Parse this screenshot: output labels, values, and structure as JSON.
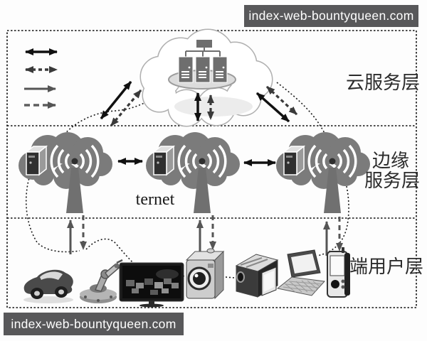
{
  "watermarks": {
    "top": "index-web-bountyqueen.com",
    "bottom": "index-web-bountyqueen.com"
  },
  "legend": {
    "items": [
      {
        "icon": "solid-double-arrow"
      },
      {
        "icon": "dashed-double-arrow"
      },
      {
        "icon": "solid-single-arrow"
      },
      {
        "icon": "dashed-single-arrow"
      }
    ]
  },
  "layers": [
    {
      "id": "cloud-service-layer",
      "label": "云服务层",
      "nodes": [
        "cloud-data-center"
      ]
    },
    {
      "id": "edge-service-layer",
      "label_lines": [
        "边缘",
        "服务层"
      ],
      "nodes": [
        "edge-node-1",
        "edge-node-2",
        "edge-node-3"
      ]
    },
    {
      "id": "end-user-layer",
      "label": "端用户层",
      "devices": [
        "car",
        "robot-arm",
        "smart-tv",
        "camera",
        "camcorder",
        "laptop",
        "handheld-phone"
      ]
    }
  ],
  "network_label": "ternet",
  "colors": {
    "watermark_bg": "#58585a",
    "watermark_text": "#ffffff",
    "edge_cloud_gray": "#7b7b7b",
    "arrow_black": "#111111",
    "arrow_dark": "#333333",
    "arrow_gray": "#555555",
    "label_text": "#2b2b2b"
  }
}
